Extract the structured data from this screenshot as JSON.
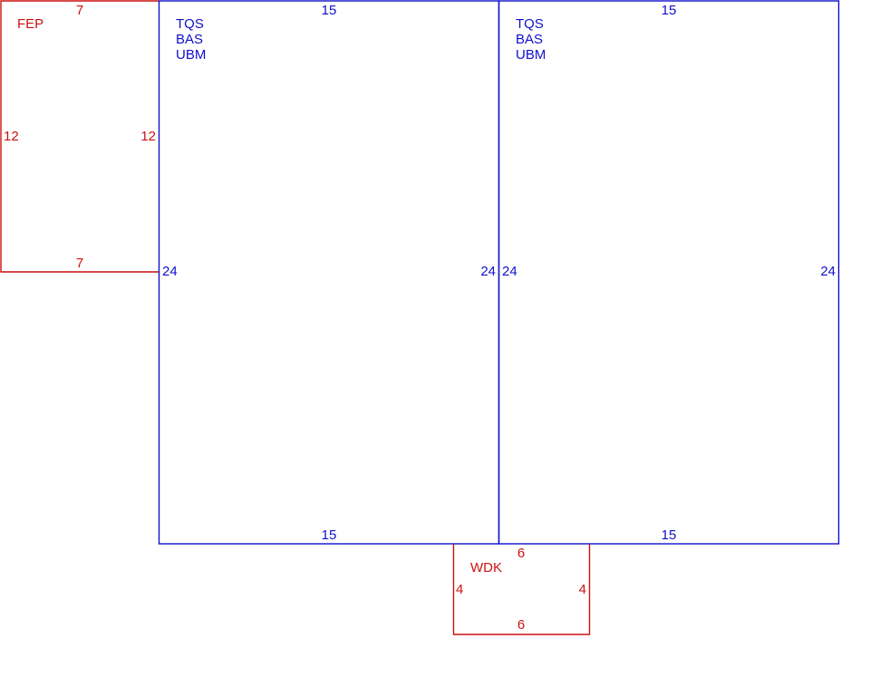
{
  "colors": {
    "living": "#1010cc",
    "accessory": "#cc1111"
  },
  "areas": [
    {
      "id": "fep",
      "kind": "accessory",
      "codes": [
        "FEP"
      ],
      "dims": {
        "top": "7",
        "bottom": "7",
        "left": "12",
        "right": "12"
      }
    },
    {
      "id": "main-left",
      "kind": "living",
      "codes": [
        "TQS",
        "BAS",
        "UBM"
      ],
      "dims": {
        "top": "15",
        "bottom": "15",
        "left": "24",
        "right": "24"
      }
    },
    {
      "id": "main-right",
      "kind": "living",
      "codes": [
        "TQS",
        "BAS",
        "UBM"
      ],
      "dims": {
        "top": "15",
        "bottom": "15",
        "left": "24",
        "right": "24"
      }
    },
    {
      "id": "wdk",
      "kind": "accessory",
      "codes": [
        "WDK"
      ],
      "dims": {
        "top": "6",
        "bottom": "6",
        "left": "4",
        "right": "4"
      }
    }
  ]
}
